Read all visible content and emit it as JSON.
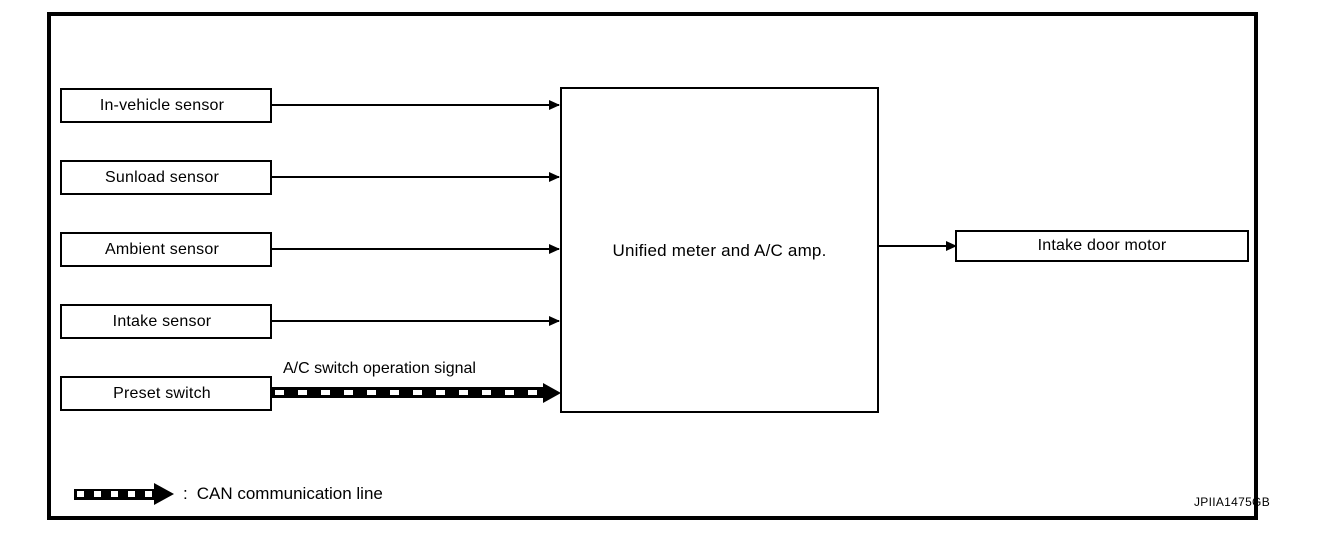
{
  "figure": {
    "id_code": "JPIIA1475GB"
  },
  "inputs": [
    {
      "label": "In-vehicle sensor",
      "signal_type": "solid"
    },
    {
      "label": "Sunload sensor",
      "signal_type": "solid"
    },
    {
      "label": "Ambient sensor",
      "signal_type": "solid"
    },
    {
      "label": "Intake sensor",
      "signal_type": "solid"
    },
    {
      "label": "Preset switch",
      "signal_type": "can"
    }
  ],
  "hub": {
    "label": "Unified meter and A/C amp."
  },
  "output": {
    "label": "Intake door motor"
  },
  "signals": {
    "ac_switch": "A/C switch operation signal"
  },
  "legend": {
    "separator": ":",
    "can_label": "CAN communication line"
  },
  "colors": {
    "line": "#000000",
    "background": "#ffffff"
  }
}
